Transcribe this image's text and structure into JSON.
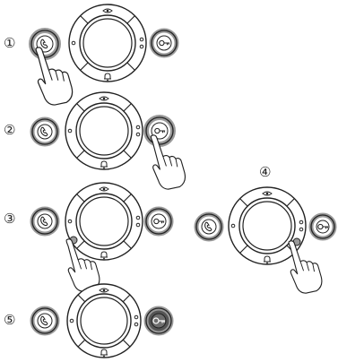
{
  "colors": {
    "stroke": "#222222",
    "button_glow": "#9a9a9a",
    "button_face": "#ffffff",
    "button_lit": "#555555",
    "background": "#ffffff"
  },
  "icons": {
    "left_button": "handset-icon",
    "right_button": "key-icon",
    "top_glyph": "eye-icon",
    "bottom_glyph": "bell-icon",
    "hand": "pointing-hand-icon"
  },
  "steps": [
    {
      "label": "①",
      "pressed": "left-button",
      "right_lit": false
    },
    {
      "label": "②",
      "pressed": "right-button",
      "right_lit": false
    },
    {
      "label": "③",
      "pressed": "ring-lower-left",
      "right_lit": false
    },
    {
      "label": "④",
      "pressed": "ring-lower-right",
      "right_lit": false
    },
    {
      "label": "⑤",
      "pressed": "none",
      "right_lit": true
    }
  ]
}
